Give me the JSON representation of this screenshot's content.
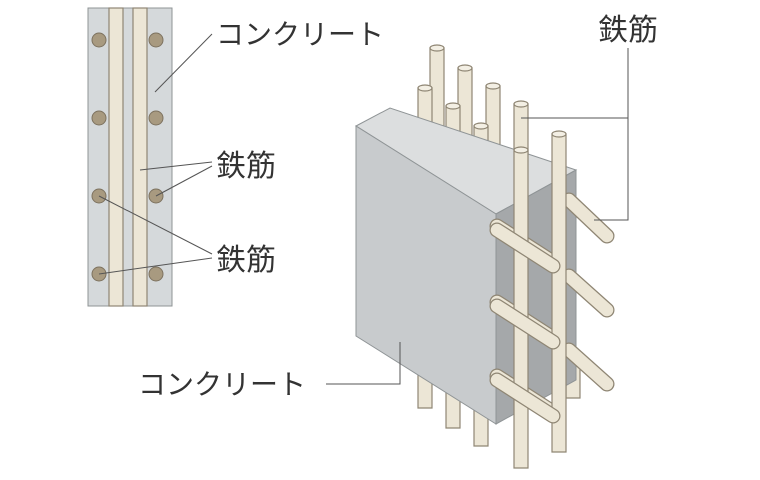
{
  "labels": {
    "section_concrete": "コンクリート",
    "section_rebar_1": "鉄筋",
    "section_rebar_2": "鉄筋",
    "block_rebar": "鉄筋",
    "block_concrete": "コンクリート"
  },
  "colors": {
    "concrete_section": "#d5d9db",
    "concrete_front": "#c8cbcd",
    "concrete_top": "#dcdedf",
    "concrete_side": "#a5a8aa",
    "rebar_fill": "#ece6d6",
    "rebar_stroke": "#8f8674",
    "rebar_dot": "#a89a80",
    "leader": "#555555"
  }
}
